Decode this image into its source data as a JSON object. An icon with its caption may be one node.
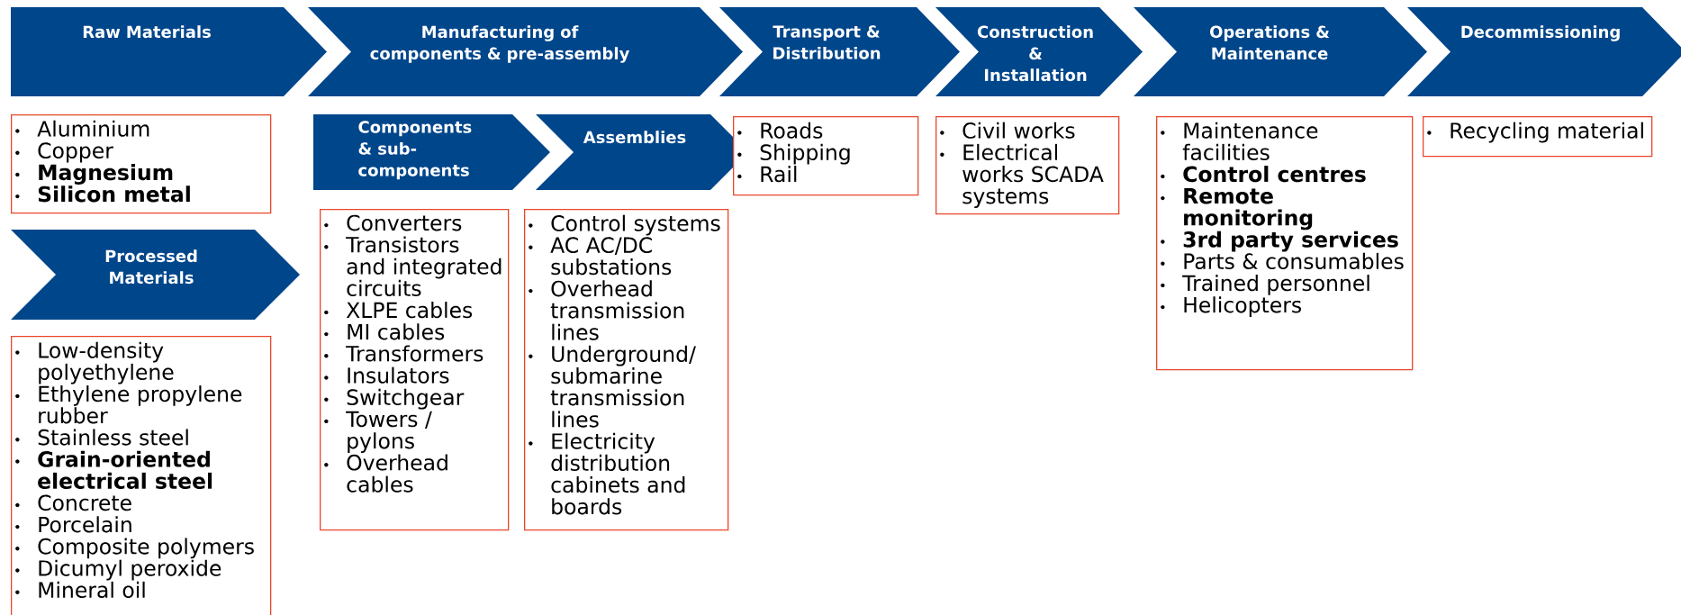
{
  "diagram": {
    "nodes": [
      {
        "text": [
          "Raw Materials"
        ]
      },
      {
        "text": [
          "Manufacturing of components & pre-assembly"
        ]
      },
      {
        "text": [
          "Transport & Distribution"
        ]
      },
      {
        "text": [
          "Construction & Installation"
        ]
      },
      {
        "text": [
          "Operations & Maintenance"
        ]
      },
      {
        "text": [
          "Decommissioning"
        ]
      },
      {
        "text": [
          "Aluminium",
          "Copper",
          "**Magnesium**",
          "**Silicon metal**"
        ]
      },
      {
        "text": [
          "Components & sub-components"
        ]
      },
      {
        "text": [
          "Assemblies"
        ]
      },
      {
        "text": [
          "Roads",
          "Shipping",
          "Rail"
        ]
      },
      {
        "text": [
          "Civil works",
          "Electrical works SCADA systems"
        ]
      },
      {
        "text": [
          "Maintenance facilities",
          "**Control centres**",
          "**Remote monitoring**",
          "**3rd party services**",
          "Parts & consumables",
          "Trained personnel",
          "Helicopters"
        ]
      },
      {
        "text": [
          "Recycling material"
        ]
      },
      {
        "text": [
          "Processed Materials"
        ]
      },
      {
        "text": [
          "Converters",
          "Transistors and integrated circuits",
          "XLPE cables",
          "MI cables",
          "Transformers",
          "Insulators",
          "Switchgear",
          "Towers / pylons",
          "Overhead cables"
        ]
      },
      {
        "text": [
          "Control systems",
          "AC AC/DC substations",
          "Overhead transmission lines",
          "Underground/ submarine transmission lines",
          "Electricity distribution cabinets and boards"
        ]
      },
      {
        "text": [
          "Low-density polyethylene",
          "Ethylene propylene rubber",
          "Stainless steel",
          "**Grain-oriented electrical steel**",
          "Concrete",
          "Porcelain",
          "Composite polymers",
          "Dicumyl peroxide",
          "Mineral oil"
        ]
      }
    ]
  }
}
